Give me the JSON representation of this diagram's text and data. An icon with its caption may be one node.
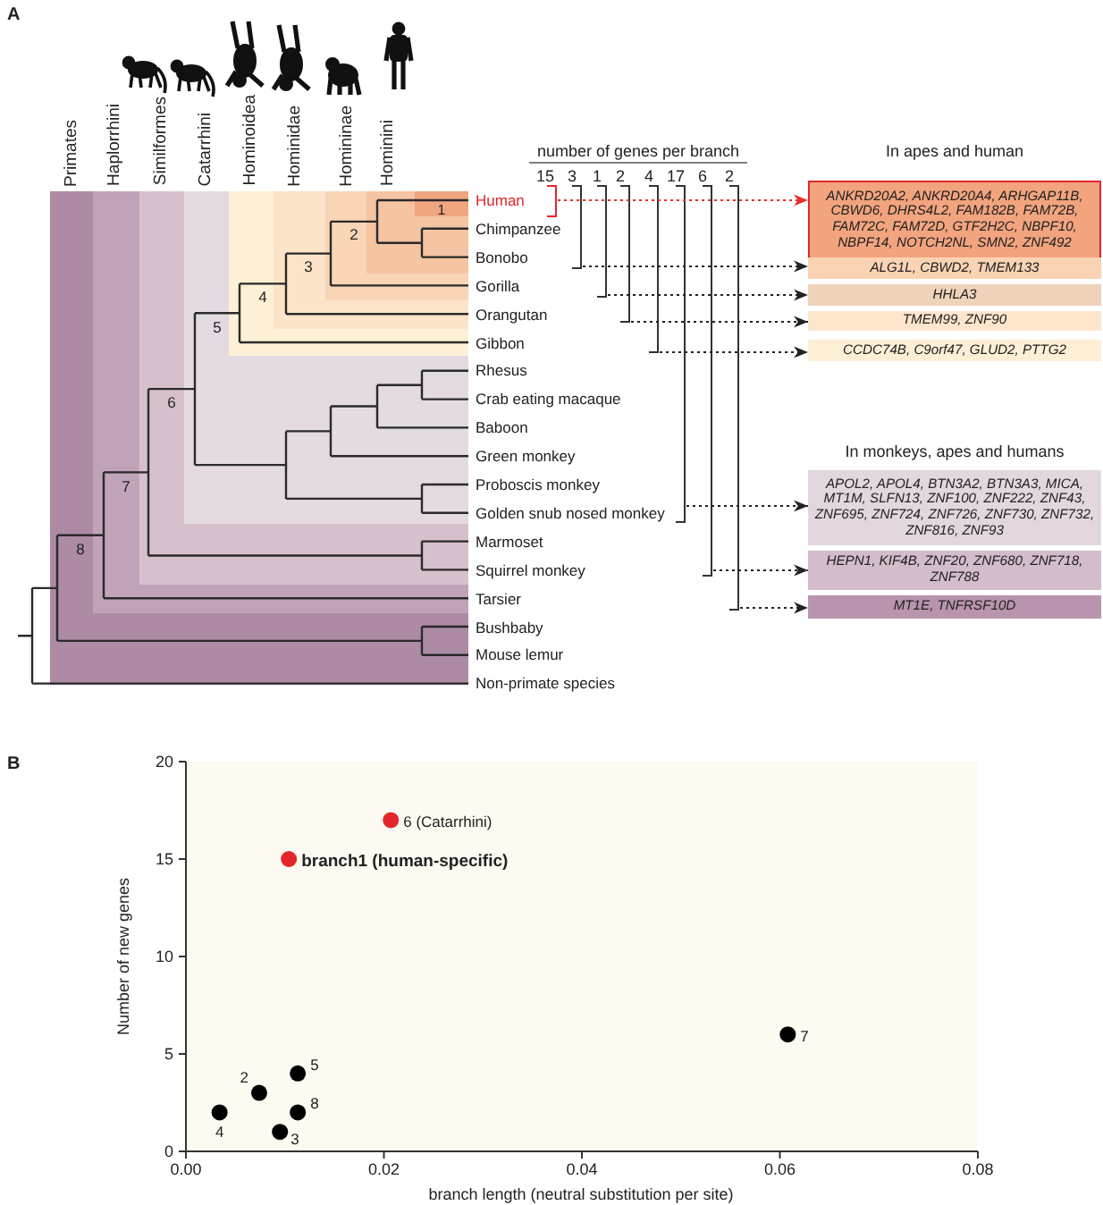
{
  "diagram": {
    "nodes": [
      {
        "text": [
          "Primates"
        ]
      },
      {
        "text": [
          "Haplorrhini"
        ],
        "in": 0
      },
      {
        "text": [
          "Similformes"
        ],
        "in": 1
      },
      {
        "text": [
          "Catarrhini"
        ],
        "in": 2
      },
      {
        "text": [
          "Hominoidea"
        ],
        "in": 3
      },
      {
        "text": [
          "Hominidae"
        ],
        "in": 4
      },
      {
        "text": [
          "Homininae"
        ],
        "in": 5
      },
      {
        "text": [
          "Hominini"
        ],
        "in": 6
      },
      {
        "text": [
          "1"
        ],
        "in": 7
      },
      {
        "text": [
          "ANKRD20A2, ANKRD20A4, ARHGAP11B, CBWD6, DHRS4L2, FAM182B, FAM72B, FAM72C, FAM72D, GTF2H2C, NBPF10, NBPF14, NOTCH2NL, SMN2, ZNF492"
        ]
      },
      {
        "text": [
          "ALG1L, CBWD2, TMEM133"
        ]
      },
      {
        "text": [
          "HHLA3"
        ]
      },
      {
        "text": [
          "TMEM99, ZNF90"
        ]
      },
      {
        "text": [
          "CCDC74B, C9orf47, GLUD2, PTTG2"
        ]
      },
      {
        "text": [
          "APOL2, APOL4, BTN3A2, BTN3A3, MICA, MT1M, SLFN13, ZNF100, ZNF222, ZNF43, ZNF695, ZNF724, ZNF726, ZNF730, ZNF732, ZNF816, ZNF93"
        ]
      },
      {
        "text": [
          "HEPN1, KIF4B, ZNF20, ZNF680, ZNF718, ZNF788"
        ]
      },
      {
        "text": [
          "MT1E, TNFRSF10D"
        ]
      }
    ],
    "edges": [
      {
        "from": null,
        "to": 9,
        "arrow": "to",
        "style": "dashed",
        "color": "#e8312a"
      },
      {
        "from": null,
        "to": 10,
        "arrow": "to",
        "style": "dashed"
      },
      {
        "from": null,
        "to": 11,
        "arrow": "to",
        "style": "dashed"
      },
      {
        "from": null,
        "to": 12,
        "arrow": "to",
        "style": "dashed"
      },
      {
        "from": null,
        "to": 13,
        "arrow": "to",
        "style": "dashed"
      },
      {
        "from": null,
        "to": 14,
        "arrow": "to",
        "style": "dashed"
      },
      {
        "from": null,
        "to": 15,
        "arrow": "to",
        "style": "dashed"
      },
      {
        "from": null,
        "to": 16,
        "arrow": "to",
        "style": "dashed"
      }
    ],
    "labels": [
      "A",
      "number of genes per branch",
      "15",
      "3",
      "1",
      "2",
      "4",
      "17",
      "6",
      "2",
      "In apes and human",
      "Human",
      "Chimpanzee",
      "Bonobo",
      "Gorilla",
      "Orangutan",
      "Gibbon",
      "Rhesus",
      "Crab eating macaque",
      "Baboon",
      "Green monkey",
      "Proboscis monkey",
      "Golden snub nosed monkey",
      "Marmoset",
      "Squirrel monkey",
      "Tarsier",
      "Bushbaby",
      "Mouse lemur",
      "Non-primate species",
      "2",
      "3",
      "4",
      "5",
      "6",
      "7",
      "8",
      "In monkeys, apes and humans",
      "B"
    ],
    "chart_data": {
      "type": "scatter",
      "xlabel": "branch length (neutral substitution per site)",
      "ylabel": "Number of new genes",
      "xlim": [
        0,
        0.08
      ],
      "ylim": [
        0,
        20
      ],
      "x": [
        0.0207,
        0.0104,
        0.0074,
        0.0095,
        0.0034,
        0.0113,
        0.0608,
        0.0113
      ],
      "xticks": [
        {
          "value": 0,
          "label": "0.00"
        },
        {
          "value": 0.02,
          "label": "0.02"
        },
        {
          "value": 0.04,
          "label": "0.04"
        },
        {
          "value": 0.06,
          "label": "0.06"
        },
        {
          "value": 0.08,
          "label": "0.08"
        }
      ],
      "yticks": [
        0,
        5,
        10,
        15,
        20
      ],
      "series": [
        {
          "color": "#e3262b",
          "values": [
            17,
            15,
            null,
            null,
            null,
            null,
            null,
            null
          ]
        },
        {
          "color": "#000000",
          "values": [
            null,
            null,
            3,
            1,
            2,
            4,
            6,
            2
          ]
        }
      ],
      "annotations": [
        "6 (Catarrhini)",
        "branch1 (human-specific)",
        "2",
        "3",
        "4",
        "5",
        "7",
        "8"
      ]
    }
  }
}
